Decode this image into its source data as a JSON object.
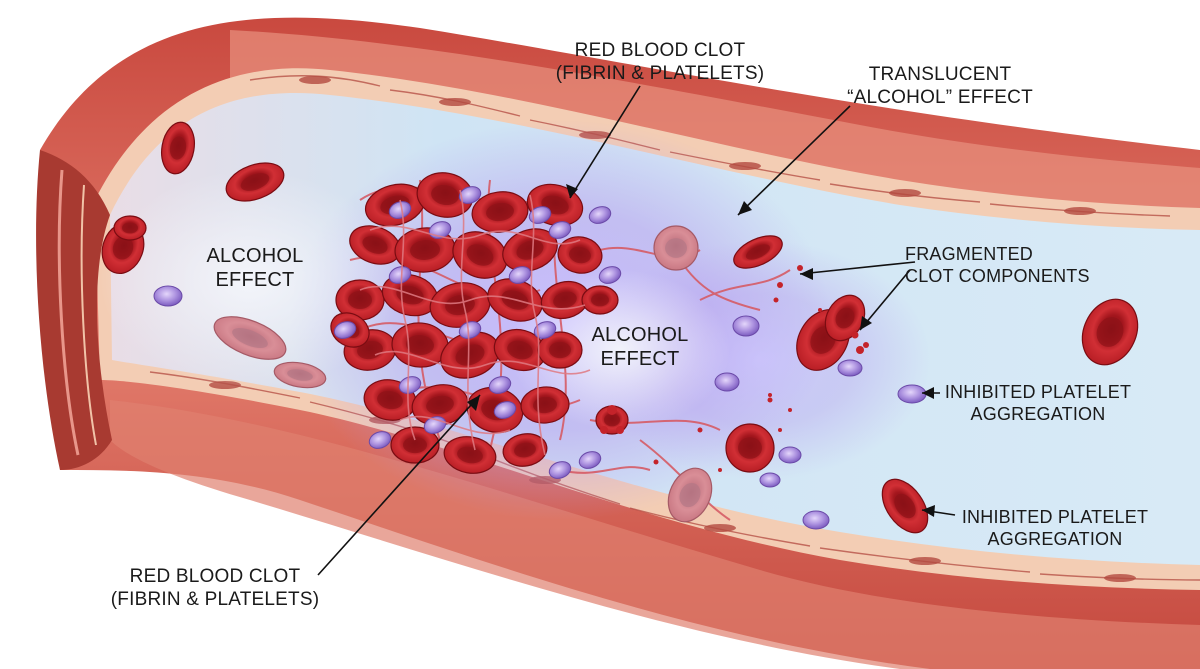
{
  "labels": {
    "clot_top": [
      "RED BLOOD CLOT",
      "(FIBRIN & PLATELETS)"
    ],
    "translucent": [
      "TRANSLUCENT",
      "“ALCOHOL” EFFECT"
    ],
    "alcohol_left": [
      "ALCOHOL",
      "EFFECT"
    ],
    "alcohol_center": [
      "ALCOHOL",
      "EFFECT"
    ],
    "fragmented": [
      "FRAGMENTED",
      "CLOT COMPONENTS"
    ],
    "inhibited_1": [
      "INHIBITED PLATELET",
      "AGGREGATION"
    ],
    "inhibited_2": [
      "INHIBITED PLATELET",
      "AGGREGATION"
    ],
    "clot_bottom": [
      "RED BLOOD CLOT",
      "(FIBRIN & PLATELETS)"
    ]
  },
  "colors": {
    "vessel_wall": "#d9685a",
    "vessel_wall_dark": "#a8382f",
    "wall_inner": "#f2c9b4",
    "lumen": "#dcecf6",
    "alcohol_glow": "#b7a6f0",
    "rbc": "#c4232a",
    "rbc_dark": "#8e1218",
    "platelet": "#a58ad8",
    "fibrin": "#d8606a",
    "pointer": "#111111"
  }
}
